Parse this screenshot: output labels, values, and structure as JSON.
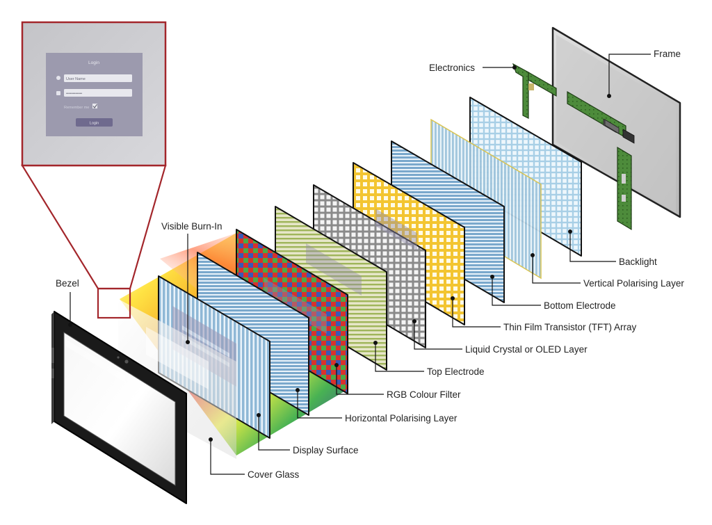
{
  "inset": {
    "title": "Login",
    "username_placeholder": "User Name",
    "password_value": "••••••••••••",
    "remember_label": "Remember me",
    "button_label": "Login"
  },
  "labels": {
    "frame": "Frame",
    "electronics": "Electronics",
    "backlight": "Backlight",
    "vertical_polarising": "Vertical Polarising Layer",
    "bottom_electrode": "Bottom Electrode",
    "tft_array": "Thin Film Transistor (TFT) Array",
    "liquid_crystal": "Liquid Crystal or OLED Layer",
    "top_electrode": "Top Electrode",
    "rgb_filter": "RGB Colour Filter",
    "horizontal_polarising": "Horizontal Polarising Layer",
    "display_surface": "Display Surface",
    "cover_glass": "Cover Glass",
    "visible_burn_in": "Visible Burn-In",
    "bezel": "Bezel"
  },
  "colors": {
    "inset_border": "#a3262b",
    "leader": "#111111",
    "polariser_blue": "#8fb8d6",
    "electrode_yellow": "#f3c531",
    "tft_grey": "#c9c9c9",
    "pcb_green": "#4d8b3b"
  }
}
